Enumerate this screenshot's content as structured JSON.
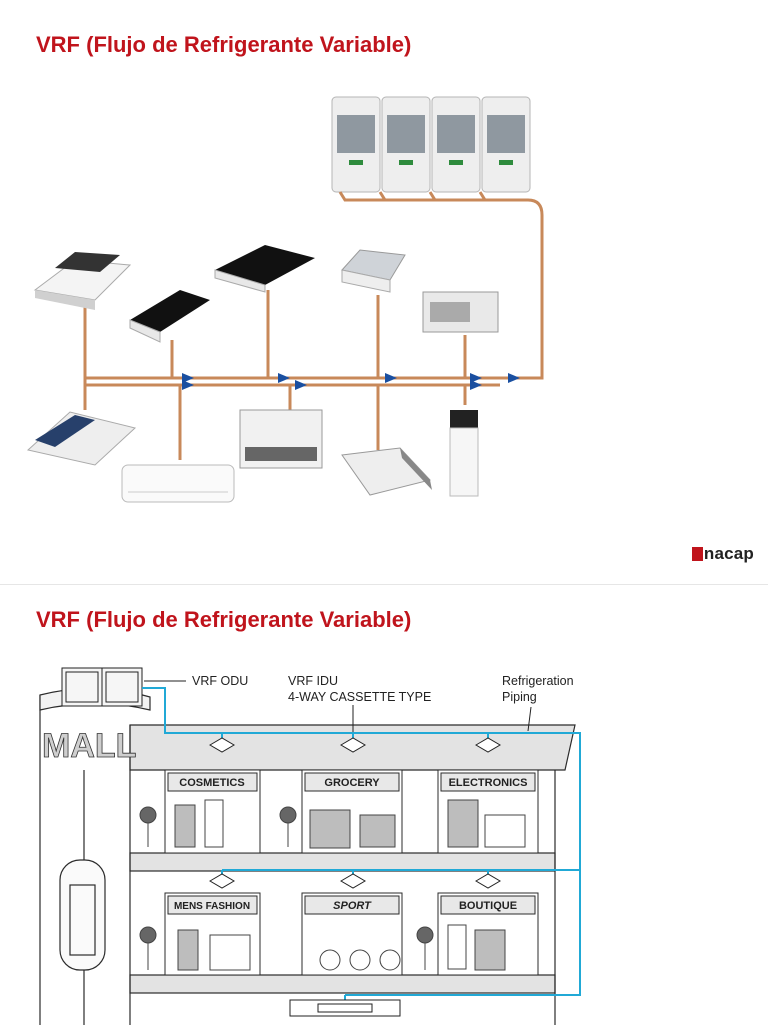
{
  "slide1": {
    "title": "VRF (Flujo de Refrigerante Variable)",
    "logo": "nacap"
  },
  "slide2": {
    "title": "VRF (Flujo de Refrigerante Variable)",
    "labels": {
      "odu": "VRF ODU",
      "idu_line1": "VRF IDU",
      "idu_line2": "4-WAY CASSETTE TYPE",
      "piping_line1": "Refrigeration",
      "piping_line2": "Piping",
      "mall": "MALL"
    },
    "stores": [
      "COSMETICS",
      "GROCERY",
      "ELECTRONICS",
      "MENS FASHION",
      "SPORT",
      "BOUTIQUE"
    ]
  },
  "colors": {
    "title_red": "#c0141c",
    "pipe_copper": "#c8895a",
    "pipe_cyan": "#21a9d6",
    "branch_blue": "#1a4fa0"
  }
}
